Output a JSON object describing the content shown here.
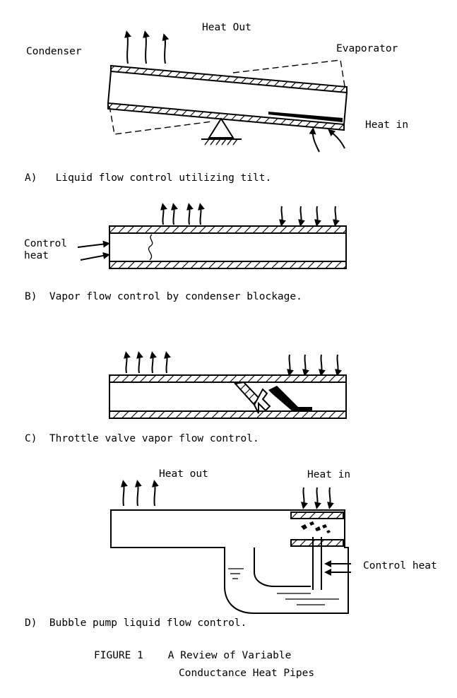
{
  "panel_a": {
    "heat_out": "Heat Out",
    "condenser": "Condenser",
    "evaporator": "Evaporator",
    "heat_in": "Heat in",
    "caption": "A)   Liquid flow control utilizing tilt."
  },
  "panel_b": {
    "control_heat_line1": "Control",
    "control_heat_line2": "heat",
    "caption": "B)  Vapor flow control by condenser blockage."
  },
  "panel_c": {
    "caption": "C)  Throttle valve vapor flow control."
  },
  "panel_d": {
    "heat_out": "Heat out",
    "heat_in": "Heat in",
    "control_heat": "Control heat",
    "caption": "D)  Bubble pump liquid flow control."
  },
  "figure": {
    "line1": "FIGURE 1    A Review of Variable",
    "line2": "Conductance Heat Pipes"
  }
}
